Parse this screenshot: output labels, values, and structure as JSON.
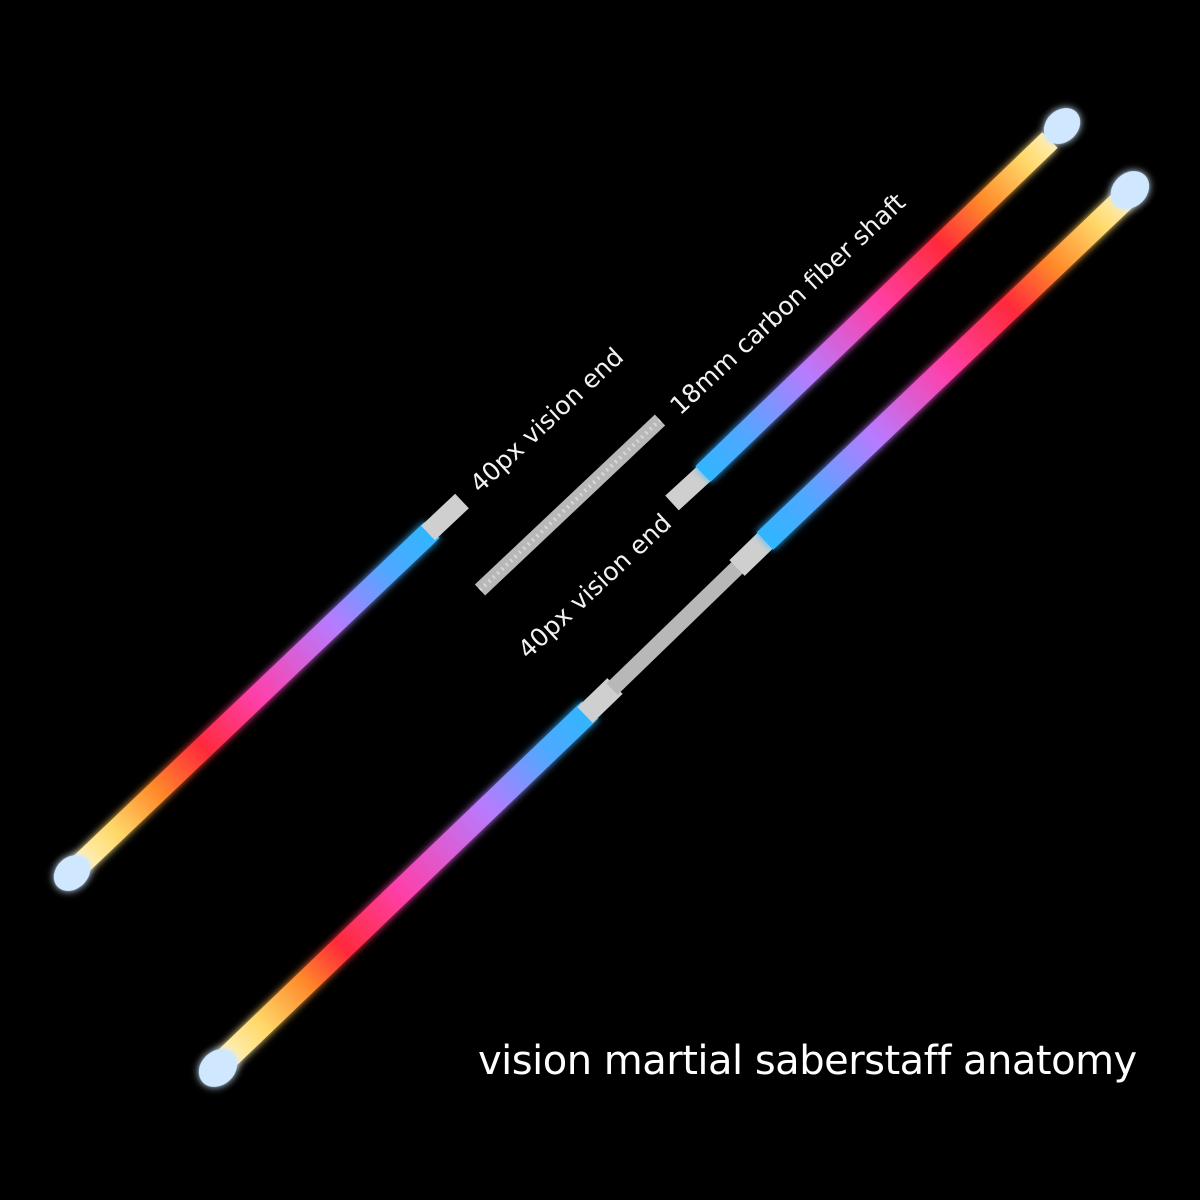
{
  "labels": {
    "left_end": "40px vision end",
    "shaft": "18mm carbon fiber shaft",
    "right_end": "40px vision end"
  },
  "title": "vision martial saberstaff anatomy",
  "colors": {
    "background": "#000000",
    "cap": "#cfe8ff",
    "yellow": "#ffd86a",
    "orange": "#ff8a2a",
    "red": "#ff2a3a",
    "magenta": "#ff3fa8",
    "violet": "#b77bff",
    "blue": "#2fb6ff",
    "shaft": "#b8b8b8"
  }
}
